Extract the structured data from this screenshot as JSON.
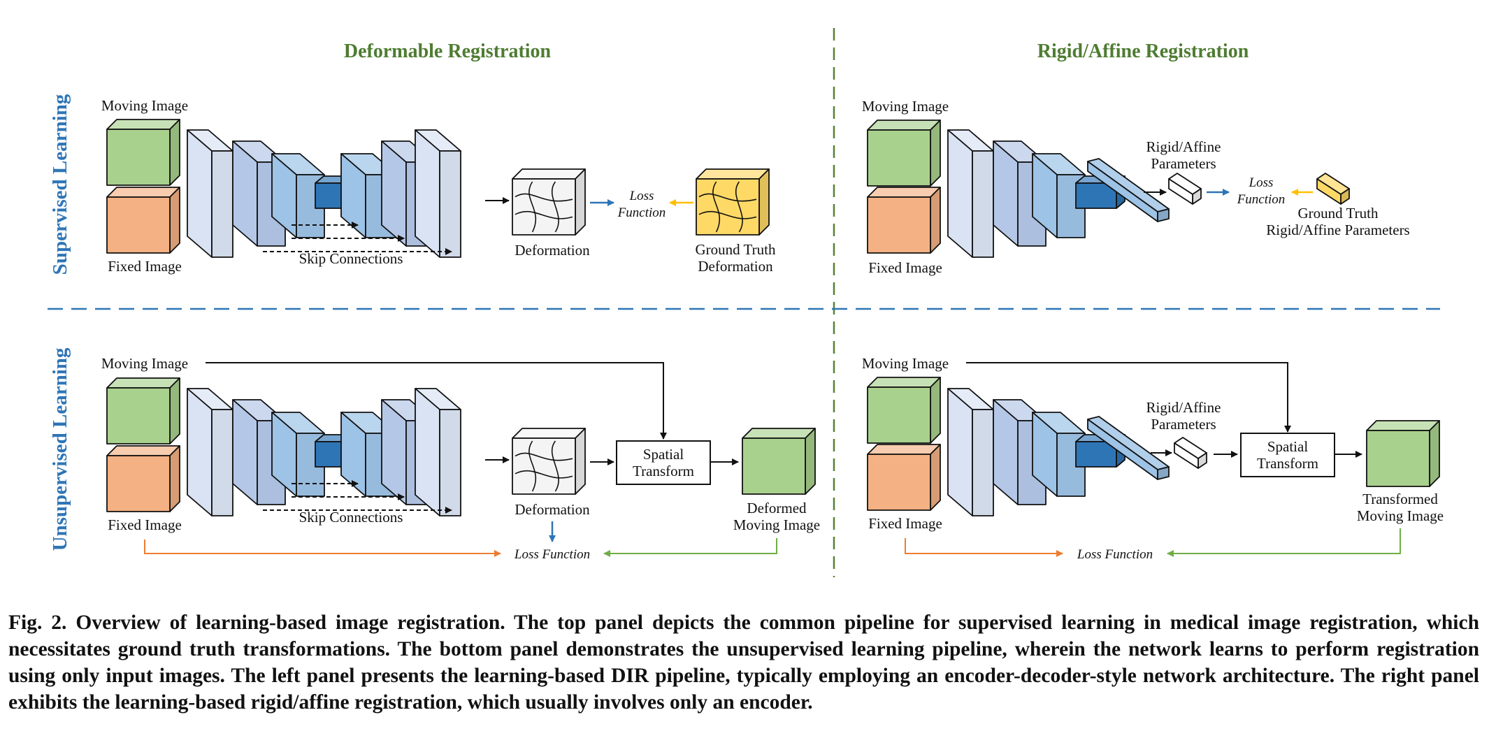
{
  "panels": {
    "left_title": "Deformable Registration",
    "right_title": "Rigid/Affine Registration",
    "row_top": "Supervised Learning",
    "row_bottom": "Unsupervised Learning"
  },
  "labels": {
    "moving_image": "Moving Image",
    "fixed_image": "Fixed Image",
    "skip_connections": "Skip Connections",
    "deformation": "Deformation",
    "loss_function": "Loss Function",
    "loss_line1": "Loss",
    "loss_line2": "Function",
    "gt_deformation_l1": "Ground Truth",
    "gt_deformation_l2": "Deformation",
    "params_l1": "Rigid/Affine",
    "params_l2": "Parameters",
    "gt_params_l1": "Ground Truth",
    "gt_params_l2": "Rigid/Affine Parameters",
    "spatial_l1": "Spatial",
    "spatial_l2": "Transform",
    "deformed_l1": "Deformed",
    "deformed_l2": "Moving Image",
    "transformed_l1": "Transformed",
    "transformed_l2": "Moving Image"
  },
  "colors": {
    "title_green": "#4e7c31",
    "row_blue": "#2e75b6",
    "moving_green": "#a9d18e",
    "fixed_orange": "#f4b183",
    "net_pale": "#dae3f3",
    "net_mid": "#b4c7e7",
    "net_deep": "#9dc3e6",
    "bottleneck_blue": "#2e75b6",
    "gt_yellow": "#ffd966",
    "arrow_blue": "#2e75b6",
    "arrow_yellow": "#ffc000",
    "arrow_orange": "#ed7d31",
    "arrow_green": "#70ad47",
    "divider_blue": "#2e75b6",
    "divider_green": "#548235"
  },
  "caption": "Fig. 2. Overview of learning-based image registration. The top panel depicts the common pipeline for supervised learning in medical image registration, which necessitates ground truth transformations. The bottom panel demonstrates the unsupervised learning pipeline, wherein the network learns to perform registration using only input images. The left panel presents the learning-based DIR pipeline, typically employing an encoder-decoder-style network architecture. The right panel exhibits the learning-based rigid/affine registration, which usually involves only an encoder."
}
